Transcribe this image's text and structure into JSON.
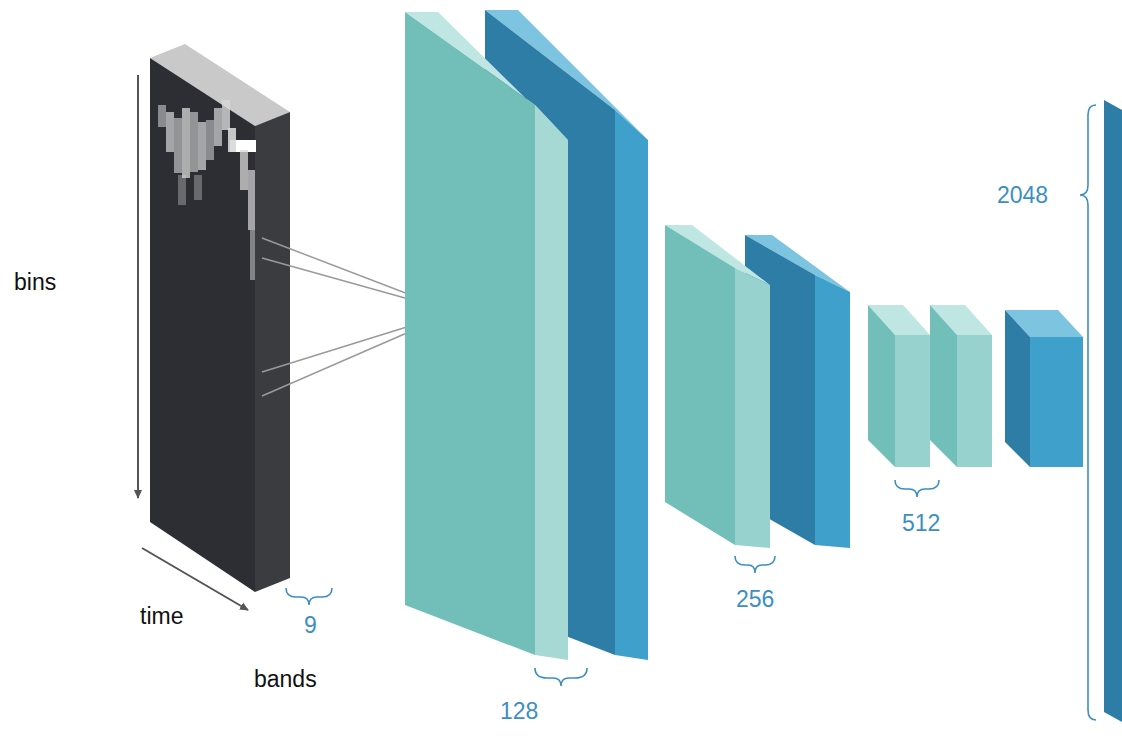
{
  "diagram": {
    "labels": [
      "2048",
      "bins",
      "512",
      "256",
      "time",
      "9",
      "bands",
      "128"
    ]
  }
}
